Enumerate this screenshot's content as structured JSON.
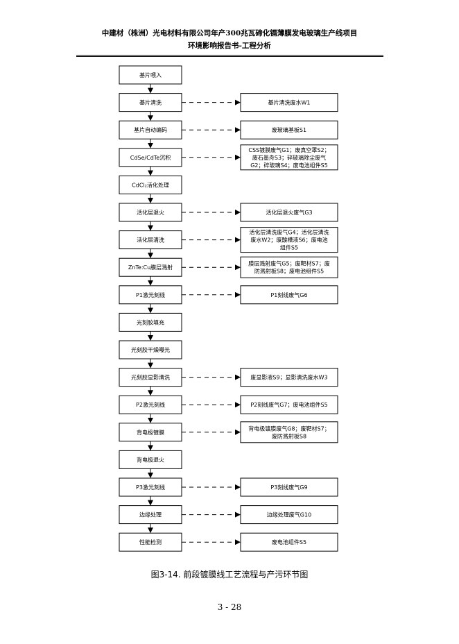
{
  "header": {
    "line1": "中建材（株洲）光电材料有限公司年产300兆瓦碲化镉薄膜发电玻璃生产线项目",
    "line2": "环境影响报告书-工程分析"
  },
  "flow": {
    "steps": [
      {
        "label": "基片喂入",
        "output": null
      },
      {
        "label": "基片清洗",
        "output": [
          "基片清洗废水W1"
        ]
      },
      {
        "label": "基片自动编码",
        "output": [
          "废玻璃基板S1"
        ]
      },
      {
        "label": "CdSe/CdTe沉积",
        "output": [
          "CSS镀膜废气G1；废真空罩S2；",
          "废石墨舟S3；碎玻璃除尘废气",
          "G2；碎玻璃S4；废电池组件S5"
        ]
      },
      {
        "label": "CdCl₂活化处理",
        "output": null
      },
      {
        "label": "活化层退火",
        "output": [
          "活化层退火废气G3"
        ]
      },
      {
        "label": "活化层清洗",
        "output": [
          "活化层清洗废气G4；活化层清洗",
          "废水W2；废酸槽液S6；废电池",
          "组件S5"
        ]
      },
      {
        "label": "ZnTe:Cu膜层溅射",
        "output": [
          "膜层溅射废气G5；废靶材S7；废",
          "防溅射板S8；废电池组件S5"
        ]
      },
      {
        "label": "P1激光刻线",
        "output": [
          "P1刻线废气G6"
        ]
      },
      {
        "label": "光刻胶填充",
        "output": null
      },
      {
        "label": "光刻胶干燥曝光",
        "output": null
      },
      {
        "label": "光刻胶显影清洗",
        "output": [
          "废显影液S9；显影清洗废水W3"
        ]
      },
      {
        "label": "P2激光刻线",
        "output": [
          "P2刻线废气G7；废电池组件S5"
        ]
      },
      {
        "label": "背电极镀膜",
        "output": [
          "背电极镀膜废气G8；废靶材S7；",
          "废防溅射板S8"
        ]
      },
      {
        "label": "背电极退火",
        "output": null
      },
      {
        "label": "P3激光刻线",
        "output": [
          "P3刻线废气G9"
        ]
      },
      {
        "label": "边缘处理",
        "output": [
          "边缘处理废气G10"
        ]
      },
      {
        "label": "性能检测",
        "output": [
          "废电池组件S5"
        ]
      }
    ]
  },
  "caption": "图3-14. 前段镀膜线工艺流程与产污环节图",
  "page_number": "3 - 28"
}
